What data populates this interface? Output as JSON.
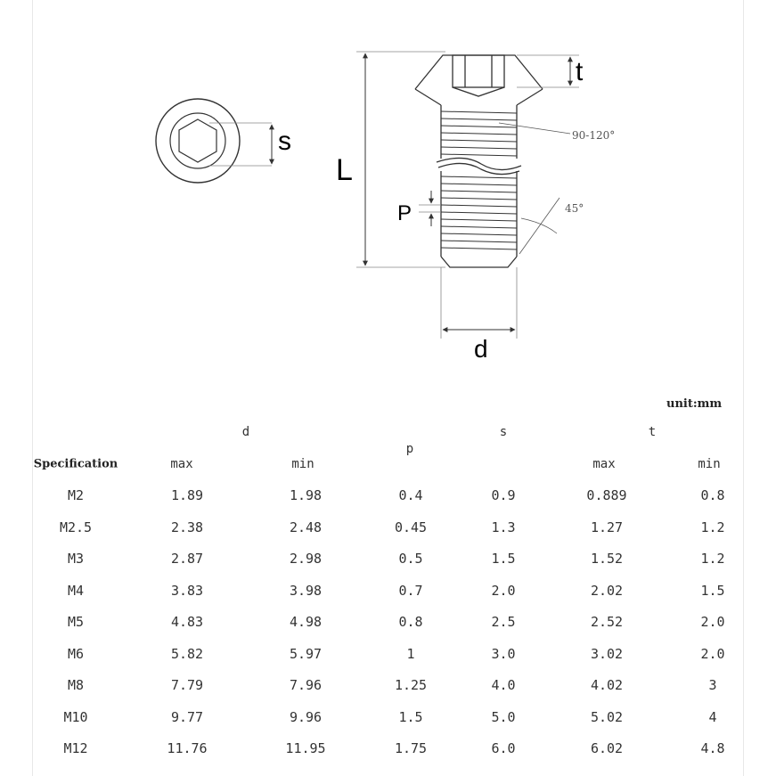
{
  "diagram": {
    "labels": {
      "s": "s",
      "t": "t",
      "L": "L",
      "P": "P",
      "d": "d",
      "angle_cone": "90-120°",
      "angle_chamfer": "45°"
    }
  },
  "table": {
    "unit": "unit:mm",
    "headers": {
      "specification": "Specification",
      "d": "d",
      "d_max": "max",
      "d_min": "min",
      "p": "p",
      "s": "s",
      "t": "t",
      "t_max": "max",
      "t_min": "min"
    },
    "rows": [
      [
        "M2",
        "1.89",
        "1.98",
        "0.4",
        "0.9",
        "0.889",
        "0.8"
      ],
      [
        "M2.5",
        "2.38",
        "2.48",
        "0.45",
        "1.3",
        "1.27",
        "1.2"
      ],
      [
        "M3",
        "2.87",
        "2.98",
        "0.5",
        "1.5",
        "1.52",
        "1.2"
      ],
      [
        "M4",
        "3.83",
        "3.98",
        "0.7",
        "2.0",
        "2.02",
        "1.5"
      ],
      [
        "M5",
        "4.83",
        "4.98",
        "0.8",
        "2.5",
        "2.52",
        "2.0"
      ],
      [
        "M6",
        "5.82",
        "5.97",
        "1",
        "3.0",
        "3.02",
        "2.0"
      ],
      [
        "M8",
        "7.79",
        "7.96",
        "1.25",
        "4.0",
        "4.02",
        "3"
      ],
      [
        "M10",
        "9.77",
        "9.96",
        "1.5",
        "5.0",
        "5.02",
        "4"
      ],
      [
        "M12",
        "11.76",
        "11.95",
        "1.75",
        "6.0",
        "6.02",
        "4.8"
      ]
    ]
  }
}
